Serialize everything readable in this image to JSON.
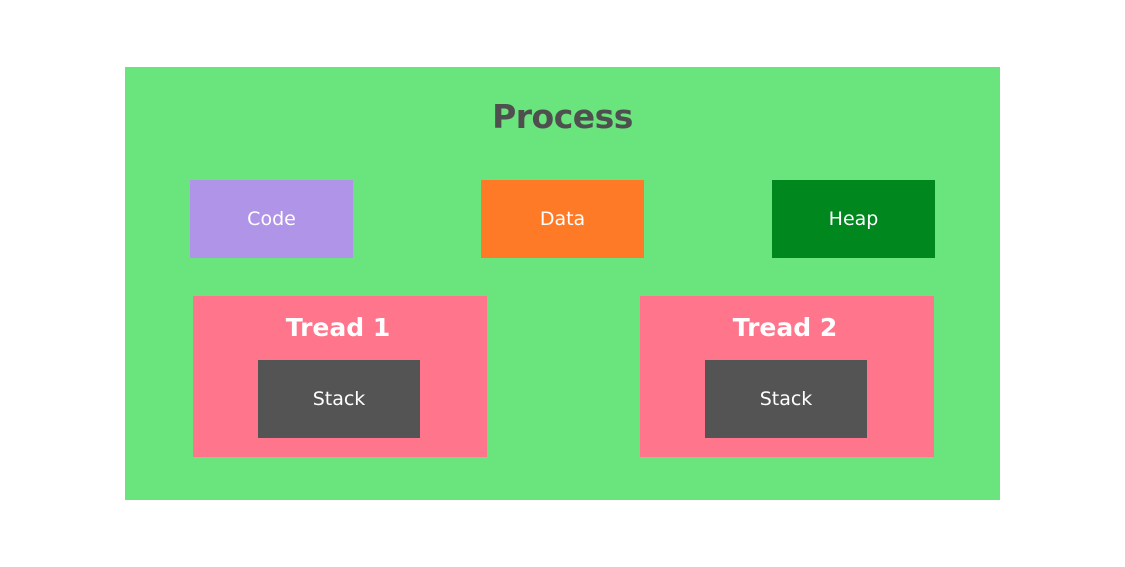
{
  "process": {
    "title": "Process",
    "segments": {
      "code": "Code",
      "data": "Data",
      "heap": "Heap"
    },
    "threads": [
      {
        "title": "Tread 1",
        "stack": "Stack"
      },
      {
        "title": "Tread 2",
        "stack": "Stack"
      }
    ]
  },
  "colors": {
    "process_bg": "#6ae47c",
    "code": "#b094e7",
    "data": "#ff7a26",
    "heap": "#00881f",
    "thread": "#ff758c",
    "stack": "#545454",
    "title_text": "#4f4f4f"
  }
}
